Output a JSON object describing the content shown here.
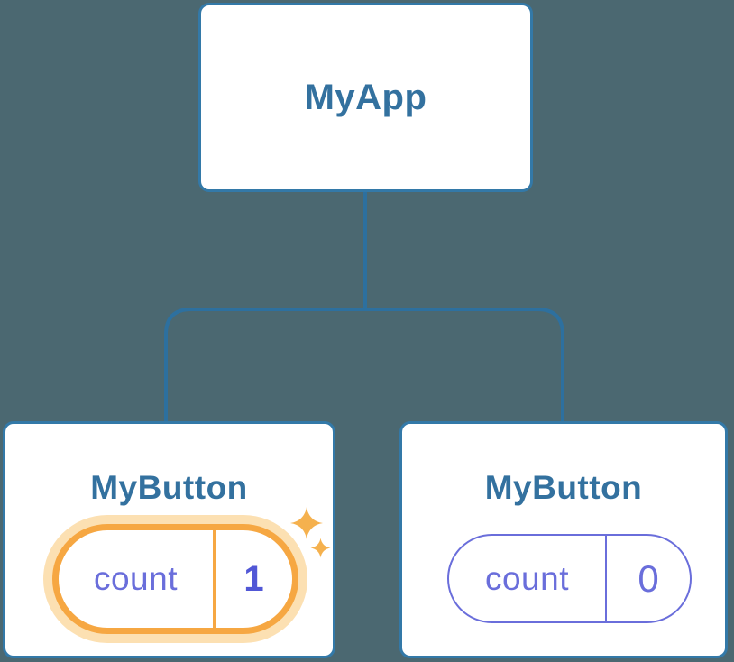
{
  "diagram": {
    "type": "component-tree",
    "root": {
      "label": "MyApp"
    },
    "children": [
      {
        "label": "MyButton",
        "state": {
          "key": "count",
          "value": "1"
        },
        "highlighted": true
      },
      {
        "label": "MyButton",
        "state": {
          "key": "count",
          "value": "0"
        },
        "highlighted": false
      }
    ]
  },
  "icons": {
    "highlight_large": "sparkle-icon",
    "highlight_small": "sparkle-icon"
  },
  "colors": {
    "background": "#4b6871",
    "card_fill": "#ffffff",
    "card_border": "#3379a8",
    "connector": "#2d709f",
    "title_text": "#33719f",
    "state_text": "#6a6edb",
    "state_value_active": "#5157d6",
    "active_border": "#f6a742",
    "active_halo": "#fce0b2",
    "sparkle": "#f5b14e"
  }
}
